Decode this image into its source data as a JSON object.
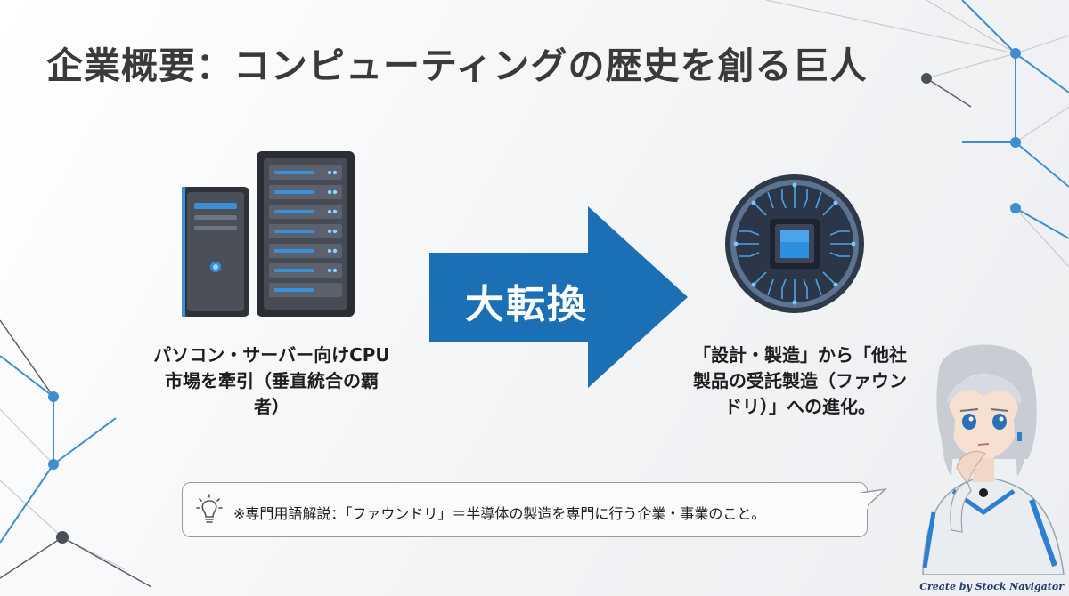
{
  "slide": {
    "title": "企業概要：コンピューティングの歴史を創る巨人",
    "left_caption": [
      "パソコン・サーバー向けCPU",
      "市場を牽引（垂直統合の覇",
      "者）"
    ],
    "arrow_label": "大転換",
    "right_caption": [
      "「設計・製造」から「他社",
      "製品の受託製造（ファウン",
      "ドリ）」への進化。"
    ],
    "note": "※専門用語解説：「ファウンドリ」＝半導体の製造を専門に行う企業・事業のこと。",
    "credit": "Create by Stock Navigator"
  },
  "icons": {
    "left": "server-tower-icon",
    "right": "microchip-icon",
    "note": "lightbulb-icon"
  },
  "colors": {
    "accent_blue": "#1b6fb5",
    "title_text": "#3a3a3c",
    "network_line": "#3f8fd0",
    "network_dot_dark": "#4a4f57"
  }
}
